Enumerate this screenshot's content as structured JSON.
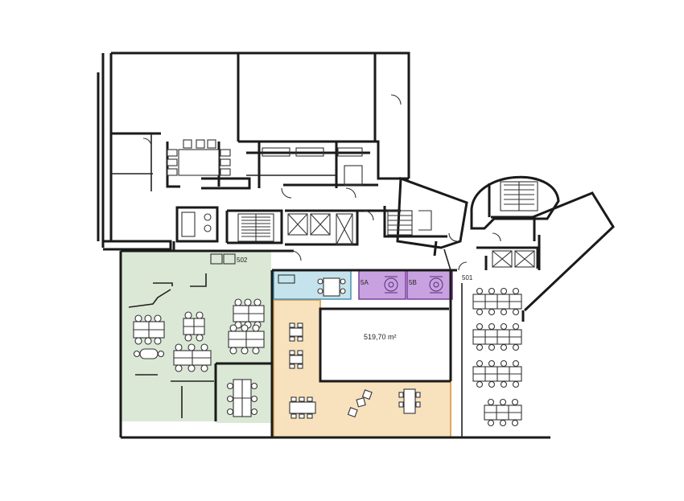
{
  "plan": {
    "area_label": "519,70 m²",
    "rooms": {
      "room_502": "502",
      "room_501": "501",
      "room_5a": "5A",
      "room_5b": "5B"
    },
    "zone_colors": {
      "open_office": "#dbe8d6",
      "lounge": "#f8e1bd",
      "meeting_room_a": "#c5e3ec",
      "phone_booths": "#c8a2e0",
      "walls": "#1a1a1a"
    }
  }
}
